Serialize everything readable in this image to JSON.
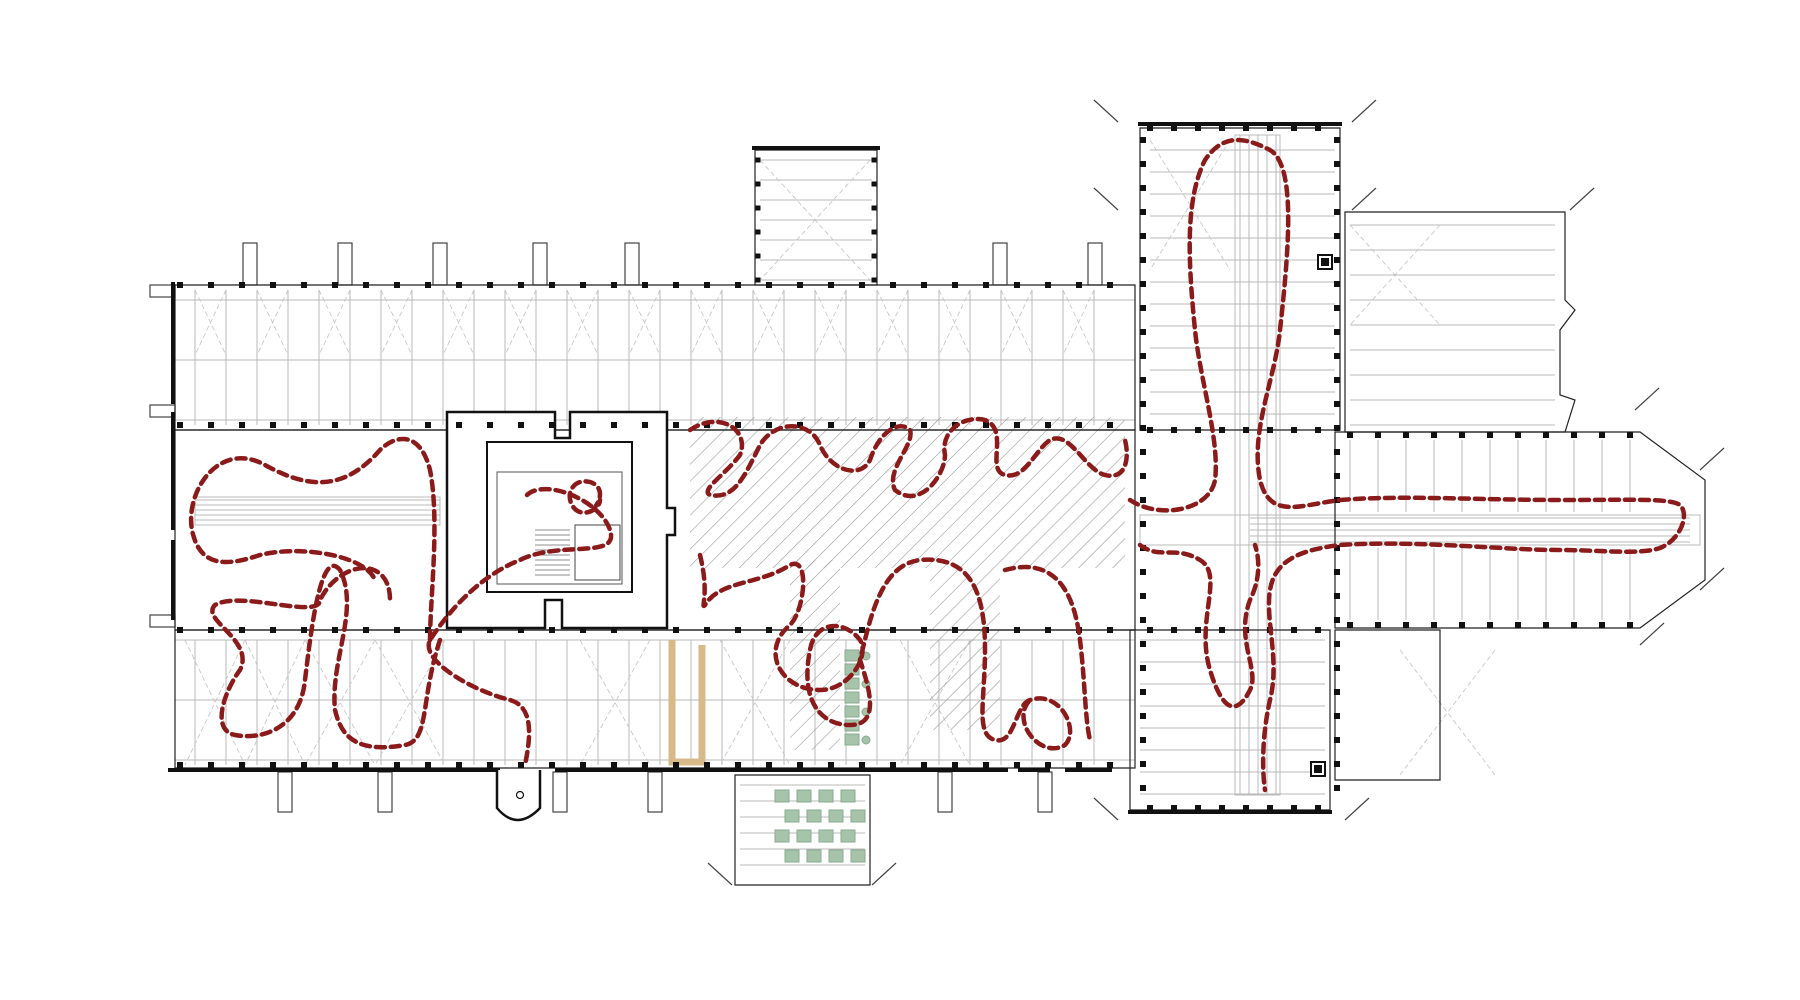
{
  "figure": {
    "kind": "architectural-floor-plan",
    "labels": []
  },
  "colors": {
    "background": "#ffffff",
    "walls": "#111111",
    "grid": "#b8b8b8",
    "route": "#8b1a1a",
    "hatch": "#9a9a9a",
    "furniture": "#a6c4aa",
    "timber_frame": "#d8ba8a"
  },
  "elements": {
    "route_line": "dashed-circulation-route",
    "hatched_zone": "diagonal-hatch-area",
    "core": "stair-and-lift-core",
    "tables": "furniture-tables"
  }
}
